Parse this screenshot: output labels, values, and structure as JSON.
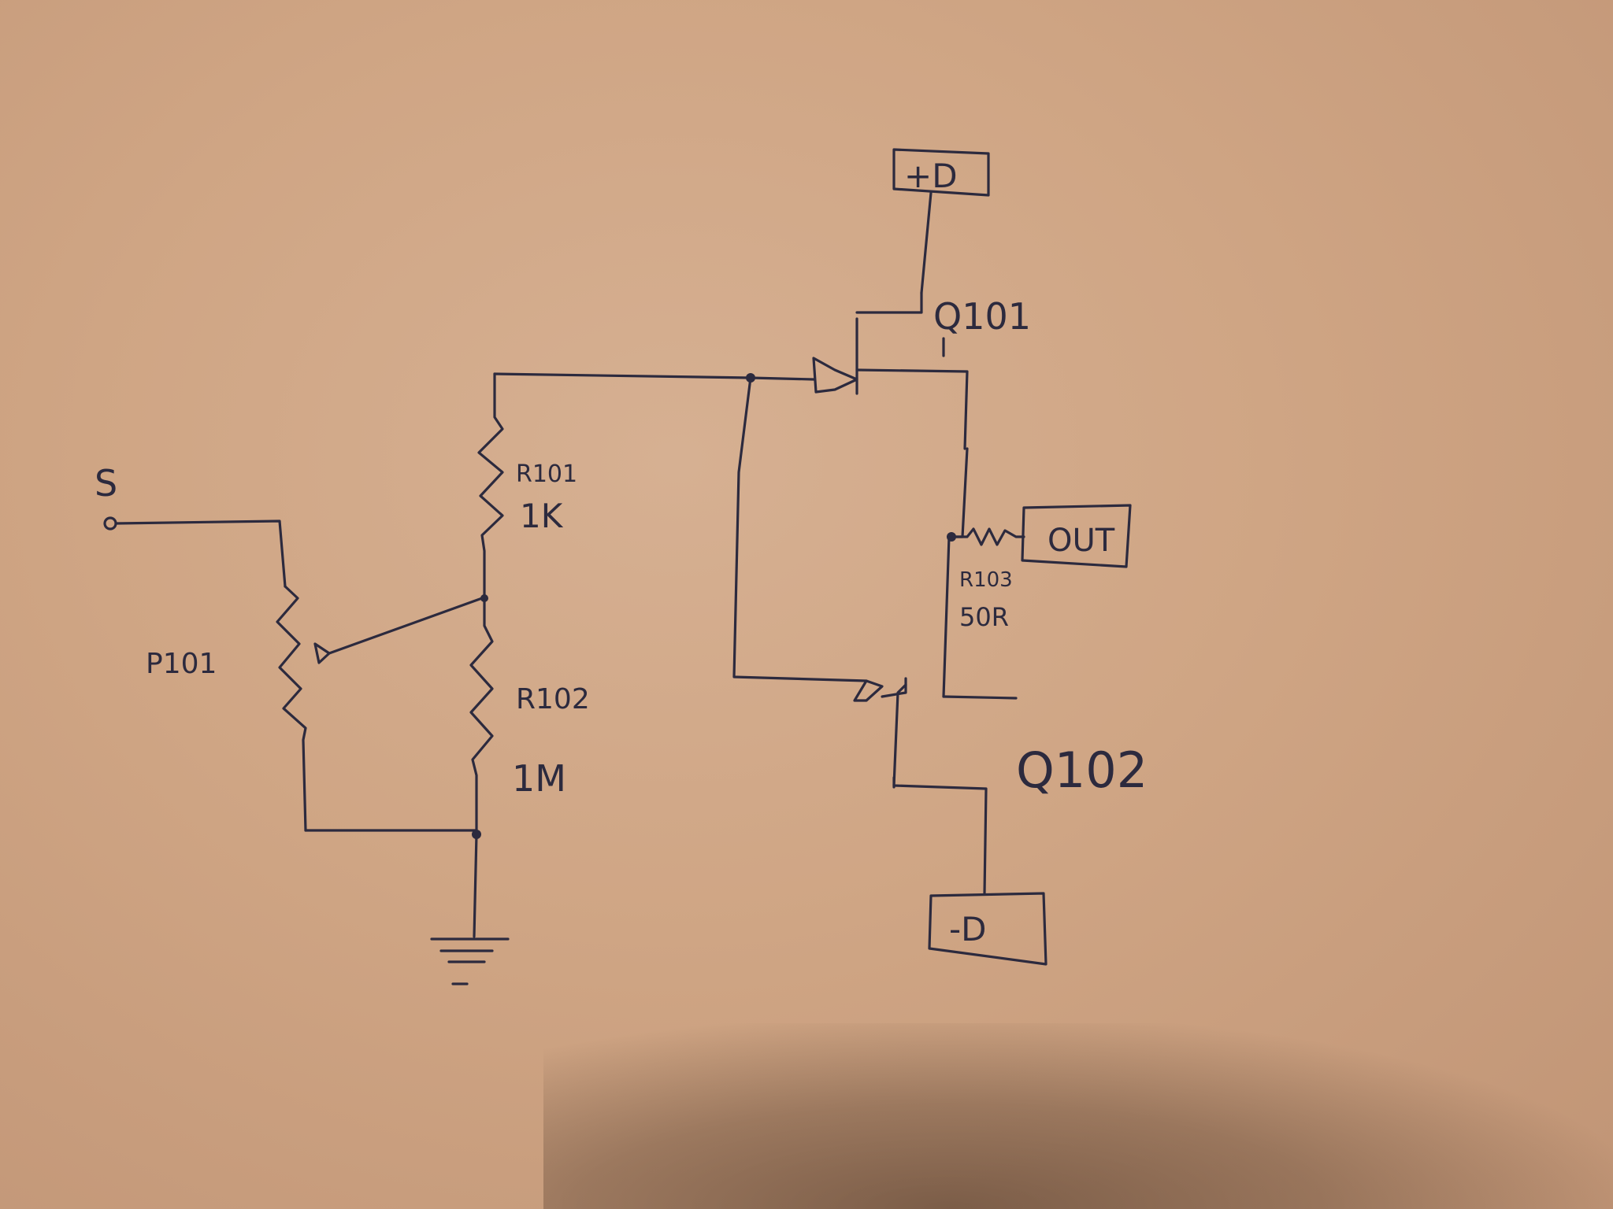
{
  "labels": {
    "input": "S",
    "pot": "P101",
    "r101_name": "R101",
    "r101_value": "1K",
    "r102_name": "R102",
    "r102_value": "1M",
    "q101": "Q101",
    "q102": "Q102",
    "r103_name": "R103",
    "r103_value": "50R",
    "pos_supply": "+D",
    "neg_supply": "-D",
    "output": "OUT"
  },
  "colors": {
    "ink": "#2c2a3e",
    "paper": "#cfa584"
  }
}
